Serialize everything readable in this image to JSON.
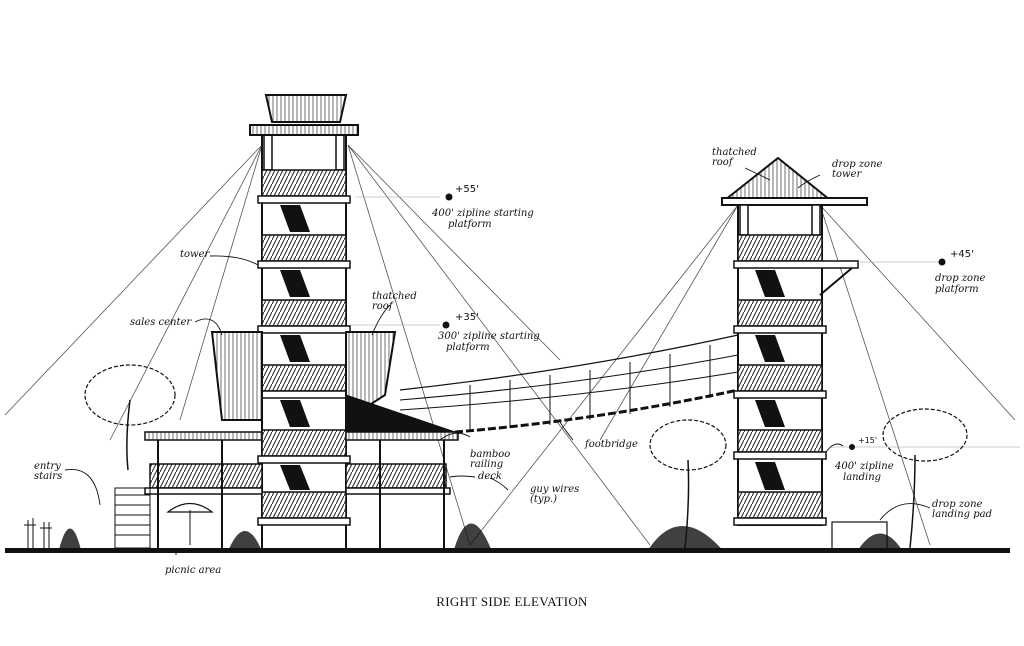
{
  "caption": "RIGHT SIDE ELEVATION",
  "colors": {
    "ink": "#111111",
    "paper": "#ffffff",
    "guy_wire": "#555555"
  },
  "elevation_markers": [
    {
      "id": "m55",
      "value": "+55'",
      "label_line1": "400' zipline starting",
      "label_line2": "platform"
    },
    {
      "id": "m35",
      "value": "+35'",
      "label_line1": "300' zipline starting",
      "label_line2": "platform"
    },
    {
      "id": "m45",
      "value": "+45'",
      "label_line1": "drop zone",
      "label_line2": "platform"
    },
    {
      "id": "m15",
      "value": "+15'",
      "label_line1": "400' zipline",
      "label_line2": "landing"
    }
  ],
  "annotations": {
    "tower": "tower",
    "sales_center": "sales center",
    "thatched_roof_left": "thatched\nroof",
    "thatched_roof_right": "thatched\nroof",
    "drop_zone_tower": "drop zone\ntower",
    "entry_stairs": "entry\nstairs",
    "picnic_area": "picnic area",
    "bamboo_railing": "bamboo\nrailing",
    "deck": "deck",
    "footbridge": "footbridge",
    "guy_wires": "guy wires\n(typ.)",
    "drop_zone_landing_pad": "drop zone\nlanding pad"
  }
}
